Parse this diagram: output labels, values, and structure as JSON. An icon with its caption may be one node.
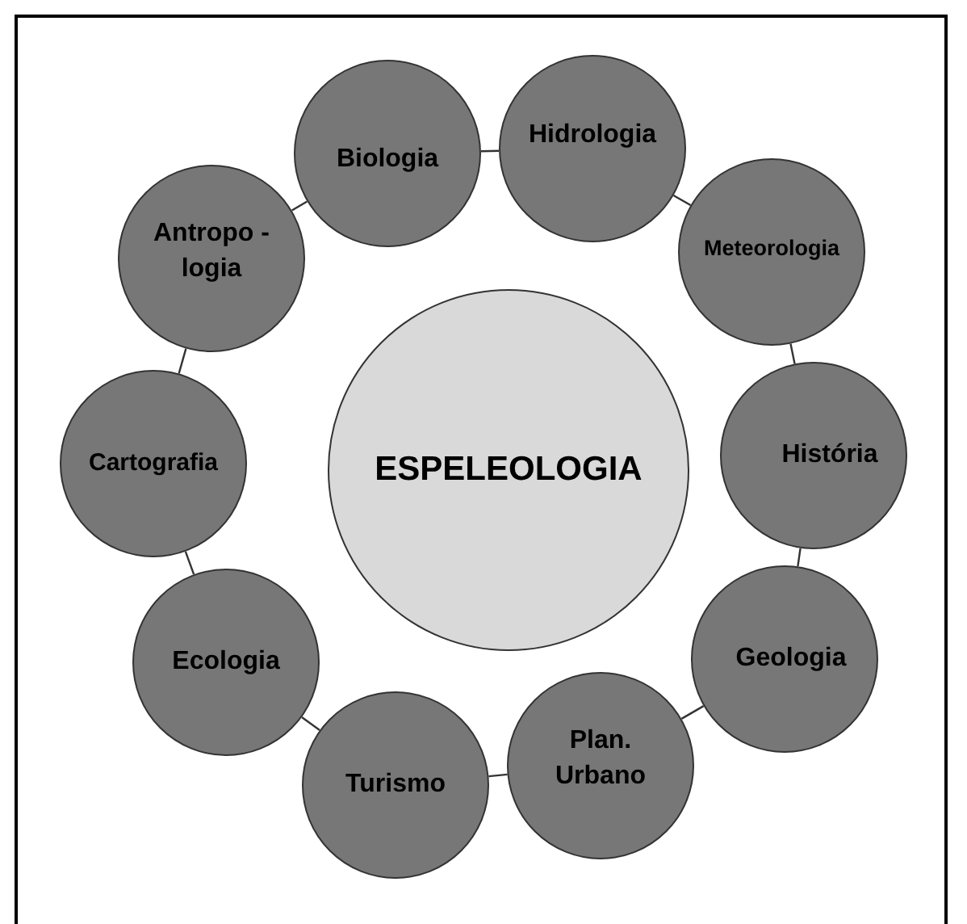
{
  "diagram": {
    "nodes": [
      {
        "text": [
          "ESPELEOLOGIA"
        ]
      },
      {
        "text": [
          "Biologia"
        ]
      },
      {
        "text": [
          "Hidrologia"
        ]
      },
      {
        "text": [
          "Meteorologia"
        ]
      },
      {
        "text": [
          "História"
        ]
      },
      {
        "text": [
          "Geologia"
        ]
      },
      {
        "text": [
          "Plan. Urbano"
        ]
      },
      {
        "text": [
          "Turismo"
        ]
      },
      {
        "text": [
          "Ecologia"
        ]
      },
      {
        "text": [
          "Cartografia"
        ]
      },
      {
        "text": [
          "Antropo - logia"
        ]
      }
    ],
    "edges": [
      {
        "from": 1,
        "to": 2,
        "arrow": "none"
      },
      {
        "from": 2,
        "to": 3,
        "arrow": "none"
      },
      {
        "from": 3,
        "to": 4,
        "arrow": "none"
      },
      {
        "from": 4,
        "to": 5,
        "arrow": "none"
      },
      {
        "from": 5,
        "to": 6,
        "arrow": "none"
      },
      {
        "from": 6,
        "to": 7,
        "arrow": "none"
      },
      {
        "from": 7,
        "to": 8,
        "arrow": "none"
      },
      {
        "from": 8,
        "to": 9,
        "arrow": "none"
      },
      {
        "from": 9,
        "to": 10,
        "arrow": "none"
      },
      {
        "from": 10,
        "to": 1,
        "arrow": "none"
      }
    ]
  }
}
